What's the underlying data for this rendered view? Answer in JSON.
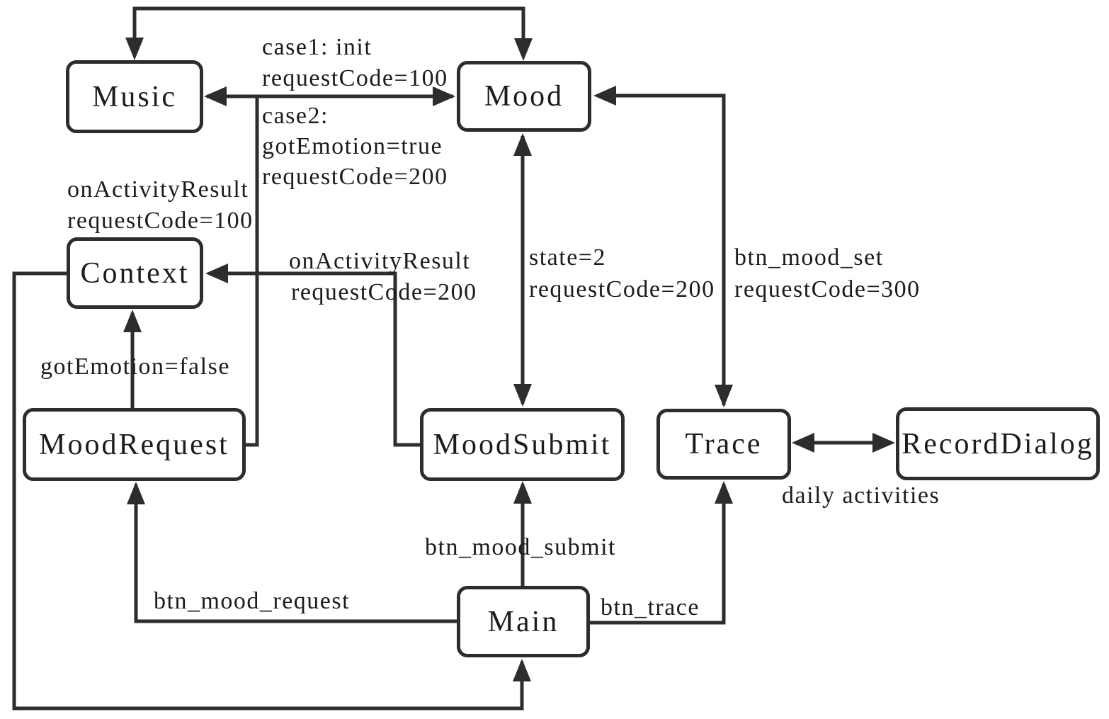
{
  "diagram": {
    "type": "activity-flow-diagram",
    "colors": {
      "line": "#2d2d2d",
      "text": "#1c1c1c",
      "background": "#ffffff"
    },
    "connections": [
      {
        "endpoints": [
          "Music",
          "Mood"
        ],
        "route": "top-loop",
        "arrows": "both-ends",
        "label": ""
      },
      {
        "endpoints": [
          "Music",
          "Mood"
        ],
        "route": "direct-horizontal",
        "arrows": "both-ends",
        "labels": [
          "case1: init requestCode=100",
          "case2: gotEmotion=true requestCode=200"
        ],
        "branch_from": "MoodRequest"
      },
      {
        "from": "MoodSubmit",
        "to": "Context",
        "label": "onActivityResult requestCode=200"
      },
      {
        "near": "Context",
        "label": "onActivityResult requestCode=100"
      },
      {
        "endpoints": [
          "Mood",
          "MoodSubmit"
        ],
        "arrows": "both-ends",
        "label": "state=2 requestCode=200"
      },
      {
        "endpoints": [
          "Mood",
          "Trace"
        ],
        "arrows": "both-ends",
        "label": "btn_mood_set requestCode=300"
      },
      {
        "endpoints": [
          "Trace",
          "RecordDialog"
        ],
        "arrows": "both-ends",
        "label": "daily activities"
      },
      {
        "from": "Main",
        "to": "MoodSubmit",
        "label": "btn_mood_submit"
      },
      {
        "from": "Main",
        "to": "MoodRequest",
        "label": "btn_mood_request"
      },
      {
        "from": "Main",
        "to": "Trace",
        "label": "btn_trace"
      },
      {
        "from": "Context",
        "to": "Main",
        "route": "bottom-left-loop",
        "label": ""
      },
      {
        "from": "MoodRequest",
        "to": "Context",
        "label": "gotEmotion=false"
      }
    ]
  },
  "nodes": {
    "music": {
      "label": "Music"
    },
    "mood": {
      "label": "Mood"
    },
    "context": {
      "label": "Context"
    },
    "mood_request": {
      "label": "MoodRequest"
    },
    "mood_submit": {
      "label": "MoodSubmit"
    },
    "trace": {
      "label": "Trace"
    },
    "record_dialog": {
      "label": "RecordDialog"
    },
    "main": {
      "label": "Main"
    }
  },
  "labels": {
    "case1_l1": "case1: init",
    "case1_l2": "requestCode=100",
    "case2_l1": "case2:",
    "case2_l2": "gotEmotion=true",
    "case2_l3": "requestCode=200",
    "onres100_l1": "onActivityResult",
    "onres100_l2": "requestCode=100",
    "onres200_l1": "onActivityResult",
    "onres200_l2": "requestCode=200",
    "state_l1": "state=2",
    "state_l2": "requestCode=200",
    "btnset_l1": "btn_mood_set",
    "btnset_l2": "requestCode=300",
    "gotfalse": "gotEmotion=false",
    "daily": "daily activities",
    "btnsubmit": "btn_mood_submit",
    "btnrequest": "btn_mood_request",
    "btntrace": "btn_trace"
  }
}
